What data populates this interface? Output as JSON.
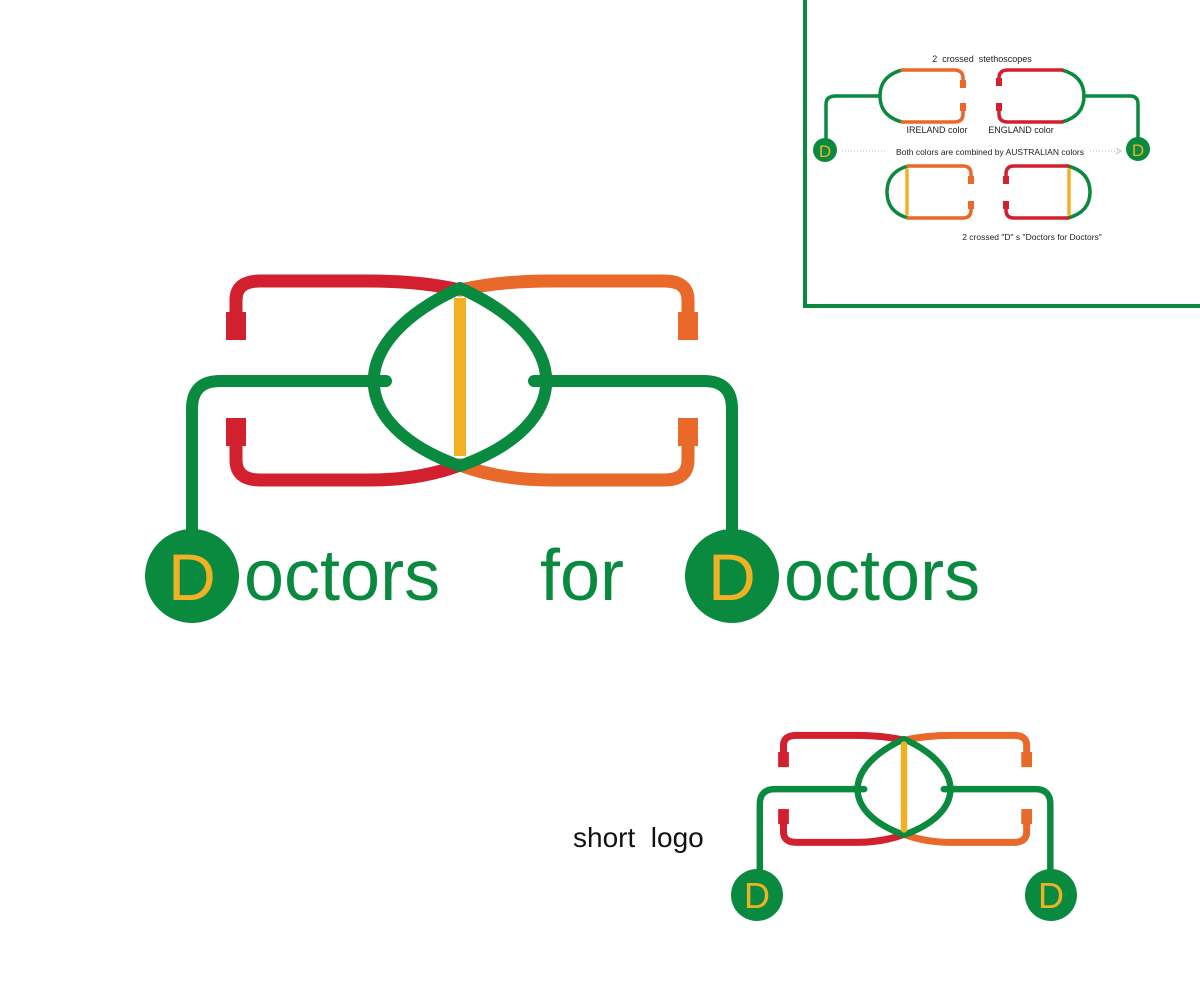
{
  "colors": {
    "green": "#0a8a3e",
    "red": "#d2202f",
    "orange": "#e8692a",
    "gold": "#f0b125",
    "text_dark": "#222222",
    "background": "#ffffff"
  },
  "main_logo": {
    "d_letter_left": "D",
    "wordmark_part_1": "octors",
    "wordmark_part_2": "for",
    "d_letter_right": "D",
    "wordmark_part_3": "octors"
  },
  "short_logo": {
    "caption": "short  logo",
    "d_letter_left": "D",
    "d_letter_right": "D"
  },
  "explanation_panel": {
    "title": "2  crossed  stethoscopes",
    "ireland_label": "IRELAND color",
    "england_label": "ENGLAND color",
    "combined_label": "Both colors are combined by AUSTRALIAN colors",
    "d_letter_left": "D",
    "d_letter_right": "D",
    "crossed_d_label": "2 crossed \"D\" s \"Doctors for Doctors\""
  }
}
